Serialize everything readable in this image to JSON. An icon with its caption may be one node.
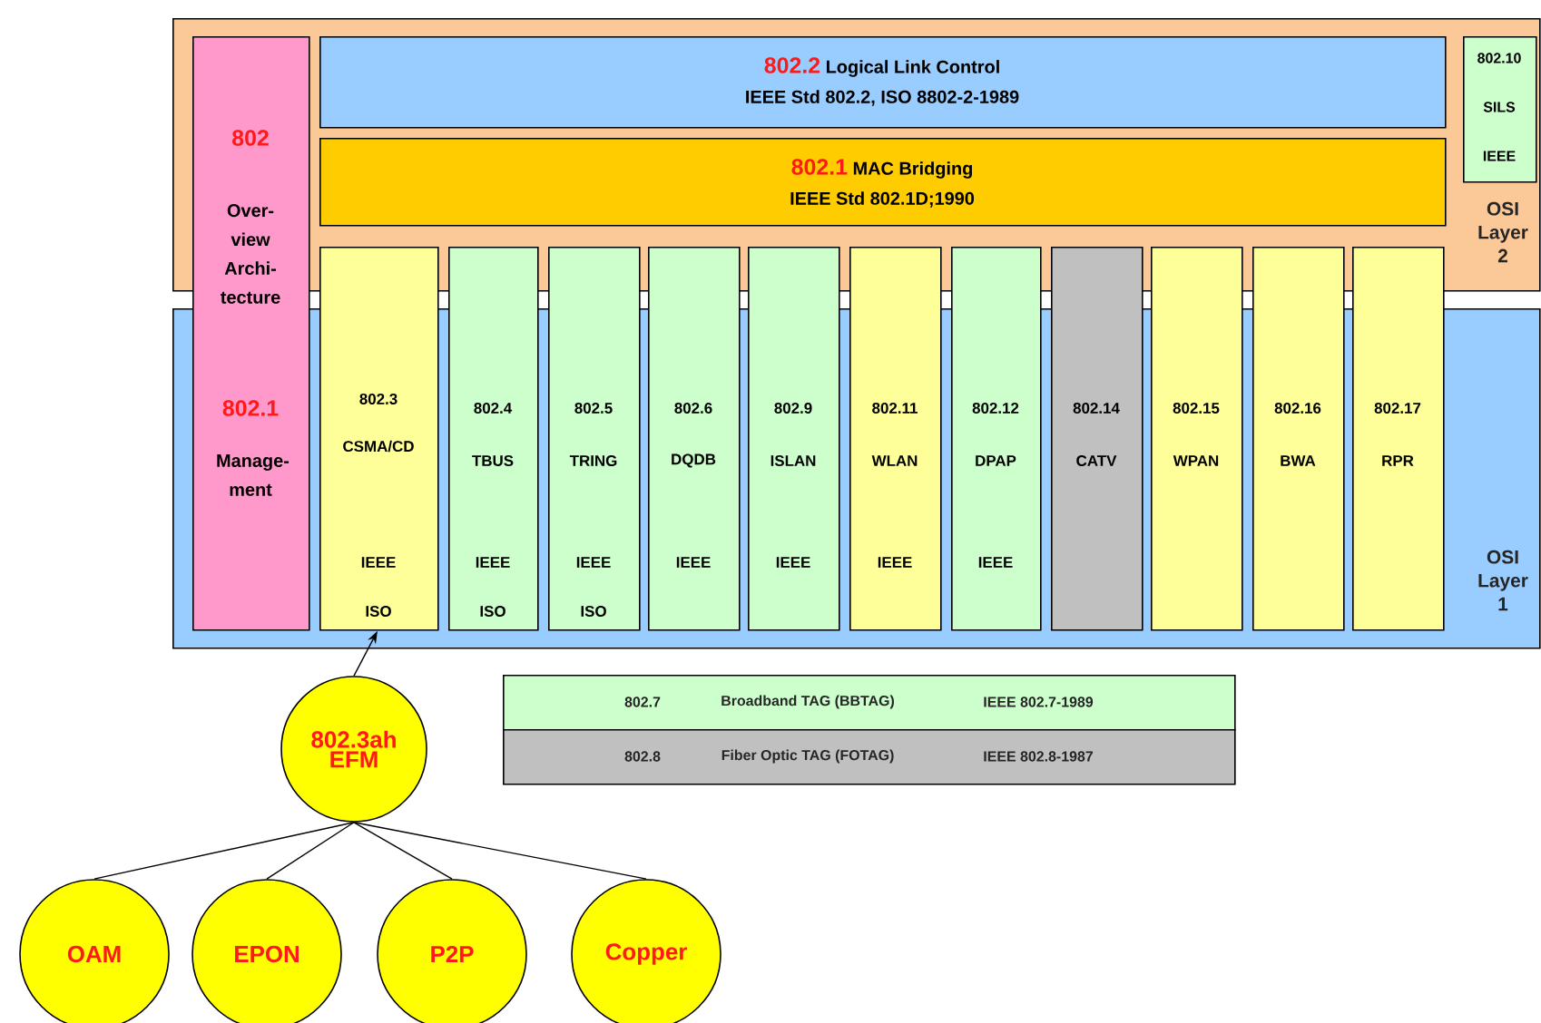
{
  "diagram": {
    "nodes": [
      {
        "text": [
          "OSI Layer 2"
        ]
      },
      {
        "text": [
          "OSI Layer 1"
        ]
      },
      {
        "text": [
          "802",
          "Over- view Archi- tecture",
          "802.1",
          "Manage- ment"
        ]
      },
      {
        "text": [
          "802.2",
          "Logical Link Control",
          "IEEE Std 802.2, ISO 8802-2-1989"
        ],
        "in": 0
      },
      {
        "text": [
          "802.1",
          "MAC Bridging",
          "IEEE Std 802.1D;1990"
        ],
        "in": 0
      },
      {
        "text": [
          "802.10",
          "SILS",
          "IEEE"
        ],
        "in": 0
      },
      {
        "text": [
          "802.3",
          "CSMA/CD",
          "IEEE",
          "ISO"
        ]
      },
      {
        "text": [
          "802.4",
          "TBUS",
          "IEEE",
          "ISO"
        ]
      },
      {
        "text": [
          "802.5",
          "TRING",
          "IEEE",
          "ISO"
        ]
      },
      {
        "text": [
          "802.6",
          "DQDB",
          "IEEE"
        ]
      },
      {
        "text": [
          "802.9",
          "ISLAN",
          "IEEE"
        ]
      },
      {
        "text": [
          "802.11",
          "WLAN",
          "IEEE"
        ]
      },
      {
        "text": [
          "802.12",
          "DPAP",
          "IEEE"
        ]
      },
      {
        "text": [
          "802.14",
          "CATV"
        ]
      },
      {
        "text": [
          "802.15",
          "WPAN"
        ]
      },
      {
        "text": [
          "802.16",
          "BWA"
        ]
      },
      {
        "text": [
          "802.17",
          "RPR"
        ]
      },
      {
        "text": [
          "802.7",
          "Broadband TAG (BBTAG)",
          "IEEE 802.7-1989"
        ]
      },
      {
        "text": [
          "802.8",
          "Fiber Optic TAG (FOTAG)",
          "IEEE 802.8-1987"
        ]
      },
      {
        "text": [
          "802.3ah EFM"
        ]
      },
      {
        "text": [
          "OAM"
        ]
      },
      {
        "text": [
          "EPON"
        ]
      },
      {
        "text": [
          "P2P"
        ]
      },
      {
        "text": [
          "Copper"
        ]
      }
    ],
    "edges": [
      {
        "from": 19,
        "to": 6,
        "arrow": "to"
      },
      {
        "from": 19,
        "to": 20,
        "arrow": "none"
      },
      {
        "from": 19,
        "to": 21,
        "arrow": "none"
      },
      {
        "from": 19,
        "to": 22,
        "arrow": "none"
      },
      {
        "from": 19,
        "to": 23,
        "arrow": "none"
      }
    ]
  }
}
